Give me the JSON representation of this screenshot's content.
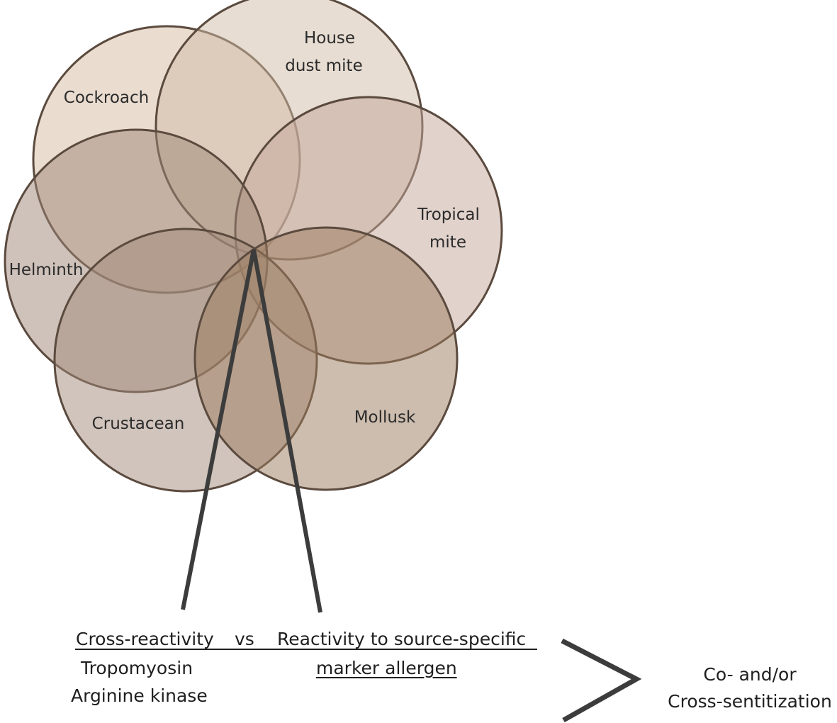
{
  "diagram": {
    "circles": [
      {
        "id": "cockroach",
        "lines": [
          "Cockroach"
        ],
        "fill": "#d6bca2"
      },
      {
        "id": "house-dust-mite",
        "lines": [
          "House",
          "dust mite"
        ],
        "fill": "#cfbba6"
      },
      {
        "id": "tropical-mite",
        "lines": [
          "Tropical",
          "mite"
        ],
        "fill": "#c4a699"
      },
      {
        "id": "helminth",
        "lines": [
          "Helminth"
        ],
        "fill": "#9d8675"
      },
      {
        "id": "crustacean",
        "lines": [
          "Crustacean"
        ],
        "fill": "#a18a79"
      },
      {
        "id": "mollusk",
        "lines": [
          "Mollusk"
        ],
        "fill": "#9c7b5e"
      }
    ],
    "stroke_color": "#5b4a3e"
  },
  "bottom": {
    "cross_reactivity": "Cross-reactivity",
    "vs": "vs",
    "reactivity_line1": "Reactivity to source-specific",
    "reactivity_line2": "marker allergen",
    "tropomyosin": "Tropomyosin",
    "arginine_kinase": "Arginine kinase",
    "result_line1": "Co- and/or",
    "result_line2": "Cross-sentitization"
  }
}
